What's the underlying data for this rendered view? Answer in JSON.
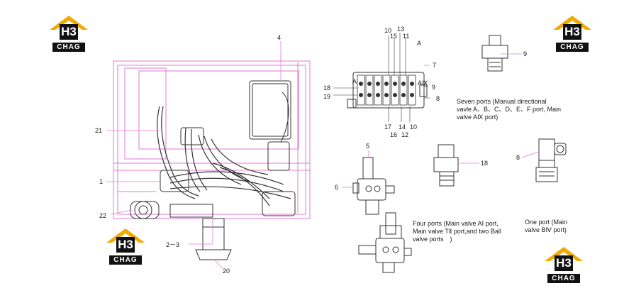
{
  "logos": {
    "brand_text": "CHAG",
    "mark_text": "H3",
    "colors": {
      "roof": "#f2a900",
      "box": "#111111",
      "text": "#ffffff"
    }
  },
  "labels": {
    "n1": "1",
    "n2_3": "2－3",
    "n4": "4",
    "n5": "5",
    "n6": "6",
    "n7": "7",
    "n8a": "8",
    "n8b": "8",
    "n9a": "9",
    "n9b": "9",
    "n10a": "10",
    "n10b": "10",
    "n11": "11",
    "n12": "12",
    "n13": "13",
    "n14": "14",
    "n15": "15",
    "n16": "16",
    "n17": "17",
    "n18a": "18",
    "n18b": "18",
    "n19": "19",
    "n20": "20",
    "n21": "21",
    "n22": "22",
    "A1": "A",
    "A2": "A",
    "AIX": "AⅨ"
  },
  "captions": {
    "seven_ports": "Seven ports (Manual directional vavle A、B、C、D、E、F port, Main valve AⅨ port)",
    "four_ports": "Four ports (Main valve AⅠ port, Main valve TⅡ port,and two Ball valve ports　)",
    "one_port": "One port (Main valve BⅣ port)"
  },
  "colors": {
    "frame": "#e07ad8",
    "line": "#333333",
    "leader": "#e07ad8"
  }
}
